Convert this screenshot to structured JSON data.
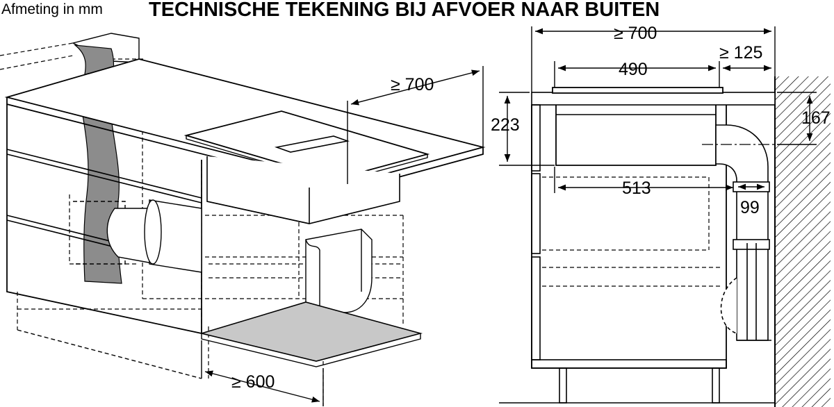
{
  "unit_label": "Afmeting in mm",
  "title": "TECHNISCHE TEKENING BIJ AFVOER NAAR BUITEN",
  "colors": {
    "line": "#000000",
    "wall": "#8c8c8c",
    "floor": "#c8c8c8",
    "cooktop": "#ffffff"
  },
  "perspective": {
    "depth_dimension": "≥ 700",
    "plinth_dimension": "≥ 600"
  },
  "section": {
    "width_dimension": "≥ 700",
    "wall_gap_dimension": "≥ 125",
    "hob_width_dimension": "490",
    "height_dimension": "223",
    "duct_height_dimension": "167",
    "unit_width_dimension": "513",
    "duct_width_dimension": "99"
  }
}
